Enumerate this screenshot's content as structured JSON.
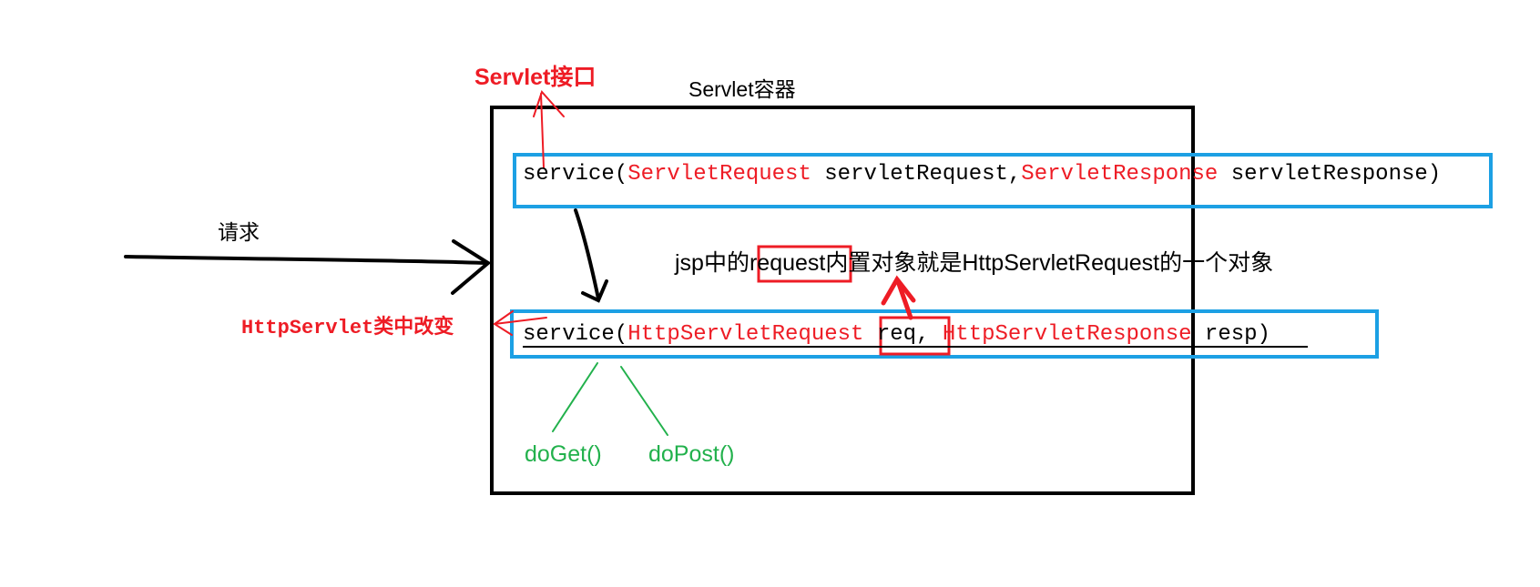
{
  "diagram": {
    "servlet_interface_label": "Servlet接口",
    "container_label": "Servlet容器",
    "request_label": "请求",
    "service_top": {
      "method": "service(",
      "param1_type": "ServletRequest",
      "param1_name": " servletRequest,",
      "param2_type": "ServletResponse",
      "param2_name": " servletResponse)"
    },
    "jsp_note": {
      "prefix": "jsp中的",
      "highlight": "request",
      "suffix": "内置对象就是HttpServletRequest的一个对象"
    },
    "httpservlet_label": "HttpServlet类中改变",
    "service_bottom": {
      "method": "service(",
      "param1_type": "HttpServletRequest",
      "param1_name": " req,",
      "param2_type": " HttpServletResponse",
      "param2_name": " resp)"
    },
    "do_get": "doGet()",
    "do_post": "doPost()"
  },
  "colors": {
    "red": "#ee1c25",
    "blue": "#1ca0e4",
    "green": "#22b14c",
    "black": "#000000"
  }
}
